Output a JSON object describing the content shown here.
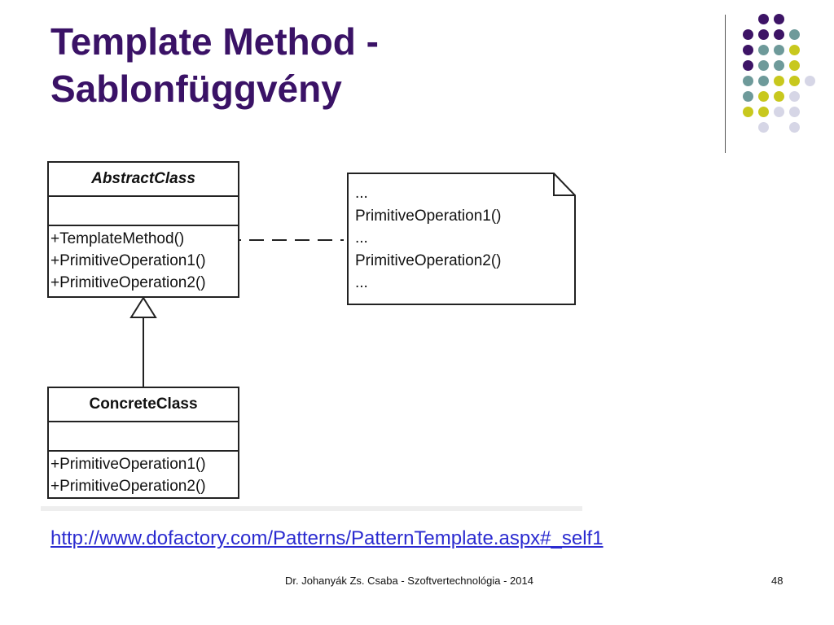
{
  "slide": {
    "title_line1": "Template Method -",
    "title_line2": "Sablonfüggvény",
    "link": "http://www.dofactory.com/Patterns/PatternTemplate.aspx#_self1",
    "footer_text": "Dr. Johanyák Zs. Csaba - Szoftvertechnológia - 2014",
    "page_number": "48"
  },
  "colors": {
    "title": "#3a1266",
    "dot_purple": "#3d1466",
    "dot_teal": "#6e9a9a",
    "dot_yellow": "#c8c81e",
    "dot_lavender": "#d6d6e6",
    "link": "#2b2bd0"
  },
  "diagram": {
    "abstract_class": {
      "name": "AbstractClass",
      "operations": [
        "+TemplateMethod()",
        "+PrimitiveOperation1()",
        "+PrimitiveOperation2()"
      ]
    },
    "concrete_class": {
      "name": "ConcreteClass",
      "operations": [
        "+PrimitiveOperation1()",
        "+PrimitiveOperation2()"
      ]
    },
    "note": {
      "lines": [
        "...",
        "PrimitiveOperation1()",
        "...",
        "PrimitiveOperation2()",
        "..."
      ]
    }
  }
}
